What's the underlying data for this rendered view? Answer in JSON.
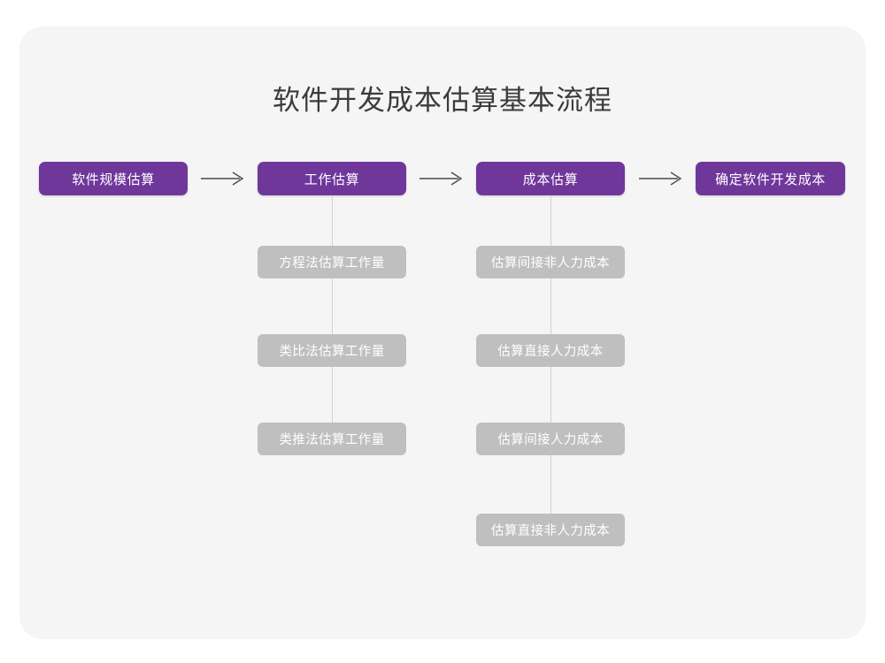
{
  "page": {
    "background": "#ffffff",
    "card_background": "#f5f5f6"
  },
  "title": "软件开发成本估算基本流程",
  "colors": {
    "primary": "#70379b",
    "secondary": "#bfbfbf",
    "title_text": "#3b3b3b",
    "node_text": "#ffffff",
    "connector": "#d2d2d2"
  },
  "diagram": {
    "type": "flowchart",
    "direction": "left-to-right",
    "main_stages": [
      {
        "label": "软件规模估算"
      },
      {
        "label": "工作估算"
      },
      {
        "label": "成本估算"
      },
      {
        "label": "确定软件开发成本"
      }
    ],
    "arrows": [
      {
        "glyph": "arrow-right",
        "from": "软件规模估算",
        "to": "工作估算"
      },
      {
        "glyph": "arrow-right",
        "from": "工作估算",
        "to": "成本估算"
      },
      {
        "glyph": "arrow-right",
        "from": "成本估算",
        "to": "确定软件开发成本"
      }
    ],
    "branches": [
      {
        "parent": "工作估算",
        "children": [
          {
            "label": "方程法估算工作量"
          },
          {
            "label": "类比法估算工作量"
          },
          {
            "label": "类推法估算工作量"
          }
        ]
      },
      {
        "parent": "成本估算",
        "children": [
          {
            "label": "估算间接非人力成本"
          },
          {
            "label": "估算直接人力成本"
          },
          {
            "label": "估算间接人力成本"
          },
          {
            "label": "估算直接非人力成本"
          }
        ]
      }
    ]
  }
}
